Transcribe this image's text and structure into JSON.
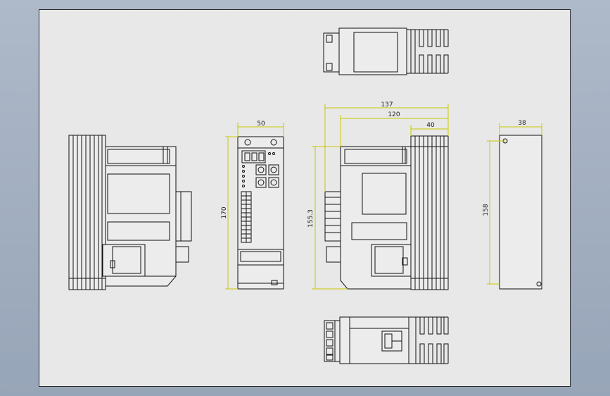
{
  "drawing": {
    "colors": {
      "background": "#9fadc0",
      "sheet": "#e8e8e8",
      "line": "#111111",
      "dimension": "#c8c800"
    },
    "dimensions": {
      "front_width": "50",
      "front_height": "170",
      "side_total_width": "137",
      "side_body_width": "120",
      "side_heatsink_width": "40",
      "side_height": "155.3",
      "right_width": "38",
      "right_height": "158"
    }
  }
}
